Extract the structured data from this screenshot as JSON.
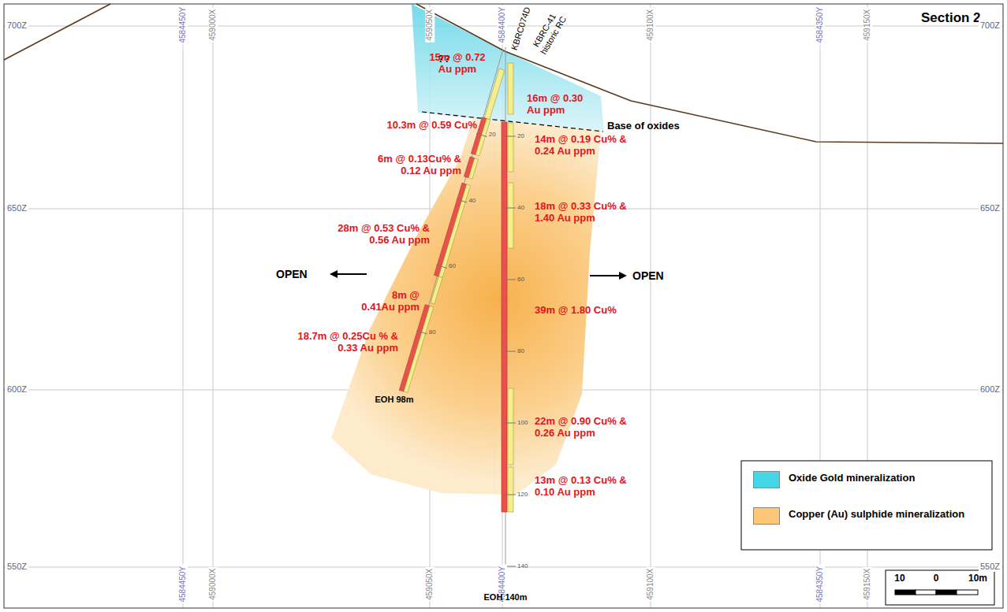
{
  "diagram": {
    "title": "Section 2",
    "labels": [
      "700Z",
      "700Z",
      "650Z",
      "650Z",
      "600Z",
      "600Z",
      "550Z",
      "550Z",
      "4584450Y",
      "459000X",
      "459050X",
      "4584400Y",
      "459100X",
      "4584350Y",
      "459150X",
      "4584450Y",
      "459000X",
      "459050X",
      "4584400Y",
      "459100X",
      "4584350Y",
      "459150X",
      "KBRC074D",
      "KBRC-41 historic RC",
      "??",
      "15m @ 0.72 Au ppm",
      "16m @ 0.30 Au ppm",
      "Base of oxides",
      "10.3m @ 0.59 Cu%",
      "6m @ 0.13Cu% & 0.12 Au ppm",
      "14m @ 0.19 Cu% & 0.24 Au ppm",
      "18m @ 0.33 Cu% & 1.40 Au ppm",
      "28m @ 0.53 Cu% & 0.56 Au ppm",
      "OPEN",
      "OPEN",
      "8m @ 0.41Au ppm",
      "39m @ 1.80 Cu%",
      "18.7m @ 0.25Cu % & 0.33 Au ppm",
      "EOH 98m",
      "22m @ 0.90 Cu% & 0.26 Au ppm",
      "13m @ 0.13 Cu% & 0.10 Au ppm",
      "EOH 140m",
      "20",
      "40",
      "60",
      "80",
      "100",
      "120",
      "140",
      "20",
      "40",
      "60",
      "80",
      "10",
      "0",
      "10m"
    ],
    "legend": [
      {
        "text": "Oxide Gold mineralization",
        "color": "#45d6e8"
      },
      {
        "text": "Copper (Au) sulphide mineralization",
        "color": "#fcc878"
      }
    ]
  }
}
